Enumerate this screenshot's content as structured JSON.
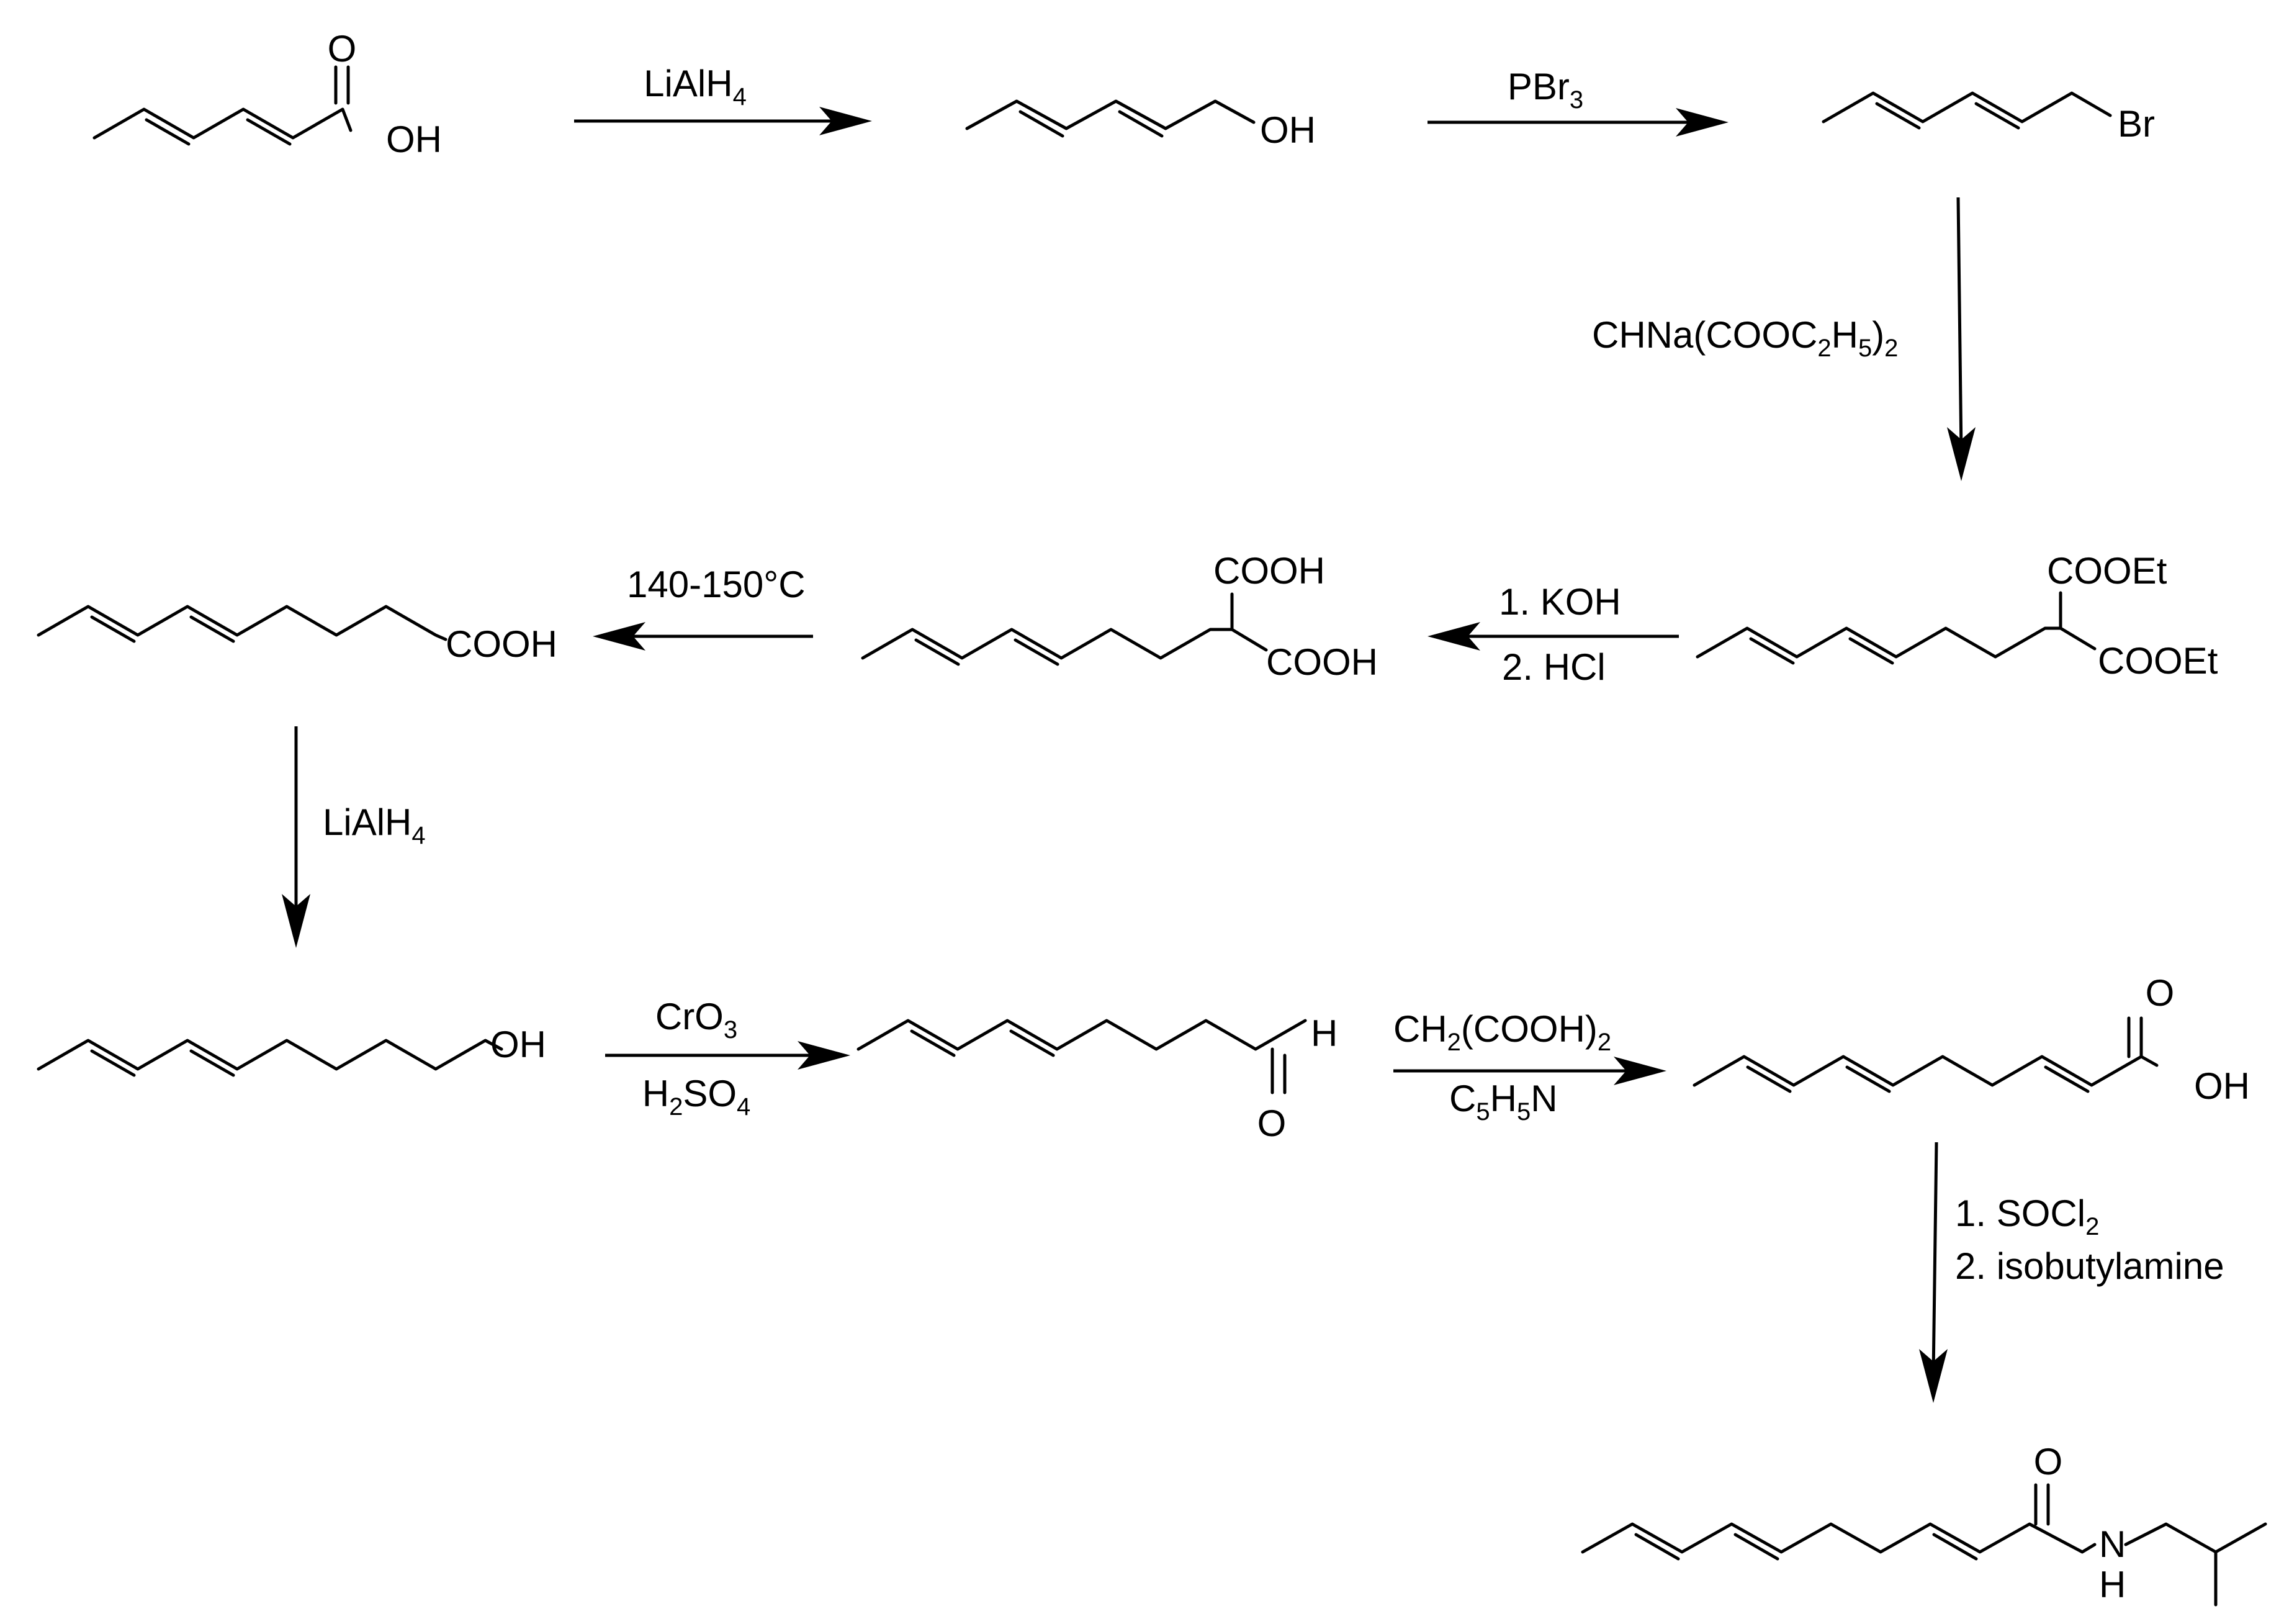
{
  "scheme": {
    "molecules": {
      "sorbic_acid": {
        "carbonyl_o": "O",
        "oh": "OH"
      },
      "hexadienol": {
        "oh": "OH"
      },
      "hexadienyl_bromide": {
        "br": "Br"
      },
      "diester": {
        "ester_top": "COOEt",
        "ester_bottom": "COOEt"
      },
      "diacid": {
        "acid_top": "COOH",
        "acid_bottom": "COOH"
      },
      "octadienoic_acid": {
        "acid": "COOH"
      },
      "octadienol": {
        "oh": "OH"
      },
      "octadienal": {
        "h": "H",
        "o": "O"
      },
      "decatrienoic_acid": {
        "carbonyl_o": "O",
        "oh": "OH"
      },
      "amide": {
        "carbonyl_o": "O",
        "n": "N",
        "h": "H"
      }
    },
    "reagents": {
      "step1": {
        "main": "LiAlH",
        "sub": "4"
      },
      "step2": {
        "main": "PBr",
        "sub": "3"
      },
      "step3": {
        "p1": "CHNa(COOC",
        "s1": "2",
        "p2": "H",
        "s2": "5",
        "p3": ")",
        "s3": "2"
      },
      "step4": {
        "line1": "1. KOH",
        "line2": "2. HCl"
      },
      "step5": {
        "text": "140-150°C"
      },
      "step6": {
        "main": "LiAlH",
        "sub": "4"
      },
      "step7": {
        "top": {
          "main": "CrO",
          "sub": "3"
        },
        "bottom": {
          "p1": "H",
          "s1": "2",
          "p2": "SO",
          "s2": "4"
        }
      },
      "step8": {
        "top": {
          "p1": "CH",
          "s1": "2",
          "p2": "(COOH)",
          "s2": "2"
        },
        "bottom": {
          "p1": "C",
          "s1": "5",
          "p2": "H",
          "s2": "5",
          "p3": "N"
        }
      },
      "step9": {
        "line1": {
          "main": "1. SOCl",
          "sub": "2"
        },
        "line2": "2. isobutylamine"
      }
    }
  }
}
